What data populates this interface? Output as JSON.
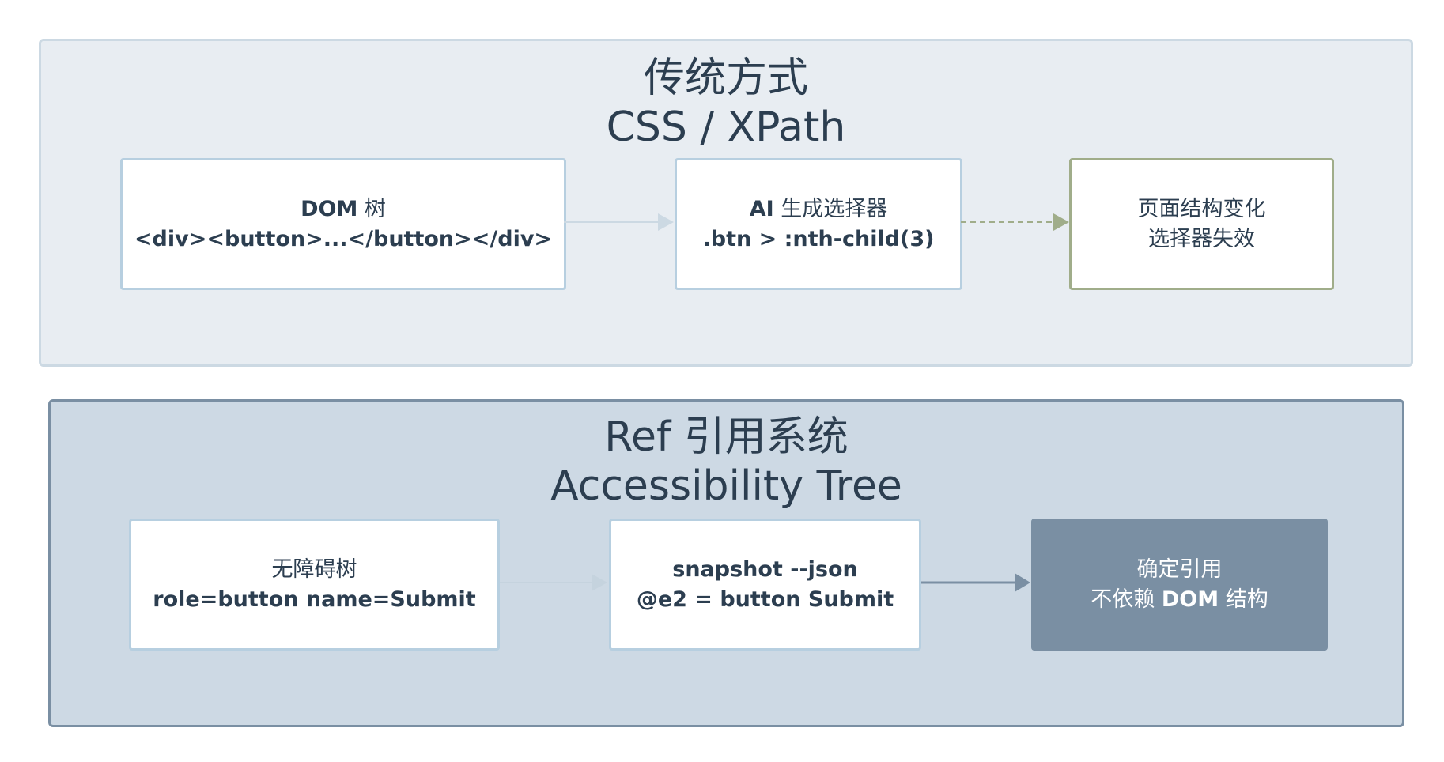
{
  "traditional": {
    "title": "传统方式",
    "subtitle": "CSS / XPath",
    "box1": {
      "bold": "DOM",
      "normal": " 树",
      "line2": "<div><button>...</button></div>"
    },
    "box2": {
      "bold": "AI",
      "normal": " 生成选择器",
      "line2": ".btn > :nth-child(3)"
    },
    "box3": {
      "line1": "页面结构变化",
      "line2": "选择器失效"
    }
  },
  "ref_system": {
    "title": "Ref 引用系统",
    "subtitle": "Accessibility Tree",
    "box1": {
      "line1": "无障碍树",
      "line2": "role=button name=Submit"
    },
    "box2": {
      "line1": "snapshot --json",
      "line2": "@e2 = button Submit"
    },
    "box3": {
      "line1": "确定引用",
      "pre": "不依赖 ",
      "bold": "DOM",
      "post": " 结构"
    }
  },
  "colors": {
    "top_panel_bg": "#e8edf2",
    "bottom_panel_bg": "#cdd9e4",
    "box_border": "#b7cfe0",
    "failure_border": "#a0ad8a",
    "result_box_bg": "#7a8fa3",
    "text": "#2c3e50"
  }
}
